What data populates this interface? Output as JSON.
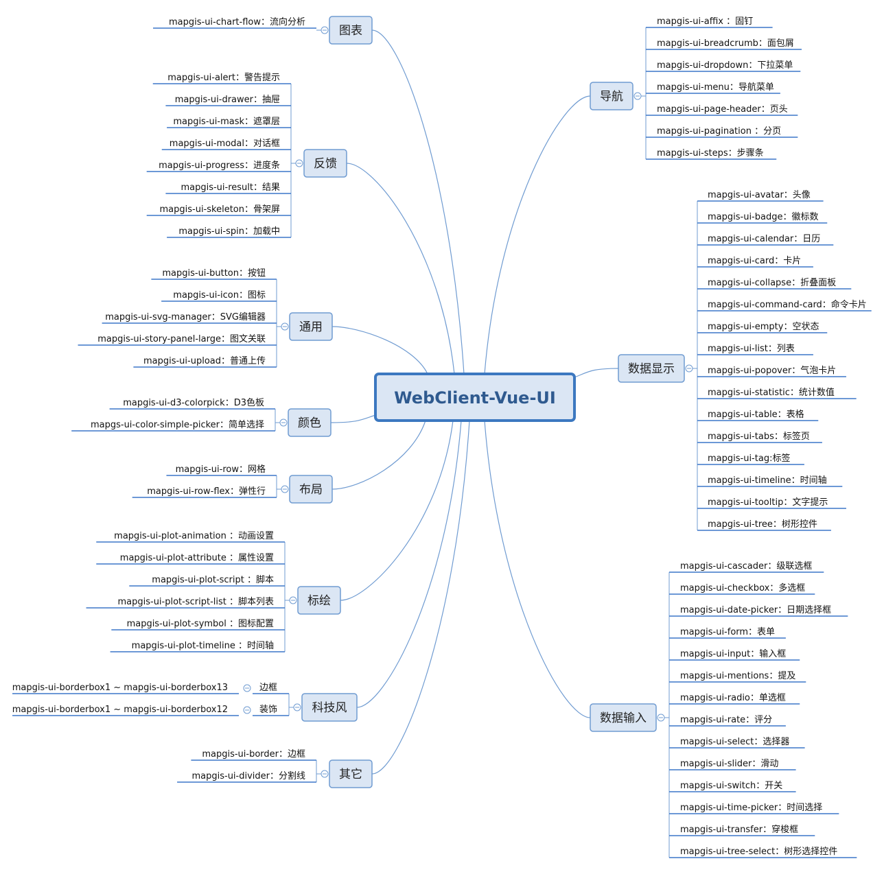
{
  "root": {
    "label": "WebClient-Vue-UI"
  },
  "colors": {
    "line": "#6f9bd1",
    "node_fill": "#dbe6f4",
    "node_border": "#6f9bd1",
    "root_border": "#3c78c0",
    "underline": "#3b76c8"
  },
  "branches": [
    {
      "label": "图表",
      "items": [
        "mapgis-ui-chart-flow：流向分析"
      ]
    },
    {
      "label": "反馈",
      "items": [
        "mapgis-ui-alert：警告提示",
        "mapgis-ui-drawer：抽屉",
        "mapgis-ui-mask：遮罩层",
        "mapgis-ui-modal：对话框",
        "mapgis-ui-progress：进度条",
        "mapgis-ui-result：结果",
        "mapgis-ui-skeleton：骨架屏",
        "mapgis-ui-spin：加载中"
      ]
    },
    {
      "label": "通用",
      "items": [
        "mapgis-ui-button：按钮",
        "mapgis-ui-icon：图标",
        "mapgis-ui-svg-manager：SVG编辑器",
        "mapgis-ui-story-panel-large：图文关联",
        "mapgis-ui-upload：普通上传"
      ]
    },
    {
      "label": "颜色",
      "items": [
        "mapgis-ui-d3-colorpick：D3色板",
        "mapgs-ui-color-simple-picker：简单选择"
      ]
    },
    {
      "label": "布局",
      "items": [
        "mapgis-ui-row：网格",
        "mapgis-ui-row-flex：弹性行"
      ]
    },
    {
      "label": "标绘",
      "items": [
        "mapgis-ui-plot-animation ：动画设置",
        "mapgis-ui-plot-attribute ：属性设置",
        "mapgis-ui-plot-script ：脚本",
        "mapgis-ui-plot-script-list ：脚本列表",
        "mapgis-ui-plot-symbol ：图标配置",
        "mapgis-ui-plot-timeline ：时间轴"
      ]
    },
    {
      "label": "科技风",
      "groups": [
        {
          "label": "边框",
          "item": "mapgis-ui-borderbox1 ~ mapgis-ui-borderbox13"
        },
        {
          "label": "装饰",
          "item": "mapgis-ui-borderbox1 ~ mapgis-ui-borderbox12"
        }
      ]
    },
    {
      "label": "其它",
      "items": [
        "mapgis-ui-border：边框",
        "mapgis-ui-divider：分割线"
      ]
    },
    {
      "label": "导航",
      "items": [
        "mapgis-ui-affix ：固钉",
        "mapgis-ui-breadcrumb：面包屑",
        "mapgis-ui-dropdown：下拉菜单",
        "mapgis-ui-menu：导航菜单",
        "mapgis-ui-page-header：页头",
        "mapgis-ui-pagination ：分页",
        "mapgis-ui-steps：步骤条"
      ]
    },
    {
      "label": "数据显示",
      "items": [
        "mapgis-ui-avatar：头像",
        "mapgis-ui-badge：徽标数",
        "mapgis-ui-calendar：日历",
        "mapgis-ui-card：卡片",
        "mapgis-ui-collapse：折叠面板",
        "mapgis-ui-command-card：命令卡片",
        "mapgis-ui-empty：空状态",
        "mapgis-ui-list：列表",
        "mapgis-ui-popover：气泡卡片",
        "mapgis-ui-statistic：统计数值",
        "mapgis-ui-table：表格",
        "mapgis-ui-tabs：标签页",
        "mapgis-ui-tag:标签",
        "mapgis-ui-timeline：时间轴",
        "mapgis-ui-tooltip：文字提示",
        "mapgis-ui-tree：树形控件"
      ]
    },
    {
      "label": "数据输入",
      "items": [
        "mapgis-ui-cascader：级联选框",
        "mapgis-ui-checkbox：多选框",
        "mapgis-ui-date-picker：日期选择框",
        "mapgis-ui-form：表单",
        "mapgis-ui-input：输入框",
        "mapgis-ui-mentions：提及",
        "mapgis-ui-radio：单选框",
        "mapgis-ui-rate：评分",
        "mapgis-ui-select：选择器",
        "mapgis-ui-slider：滑动",
        "mapgis-ui-switch：开关",
        "mapgis-ui-time-picker：时间选择",
        "mapgis-ui-transfer：穿梭框",
        "mapgis-ui-tree-select：树形选择控件"
      ]
    }
  ]
}
